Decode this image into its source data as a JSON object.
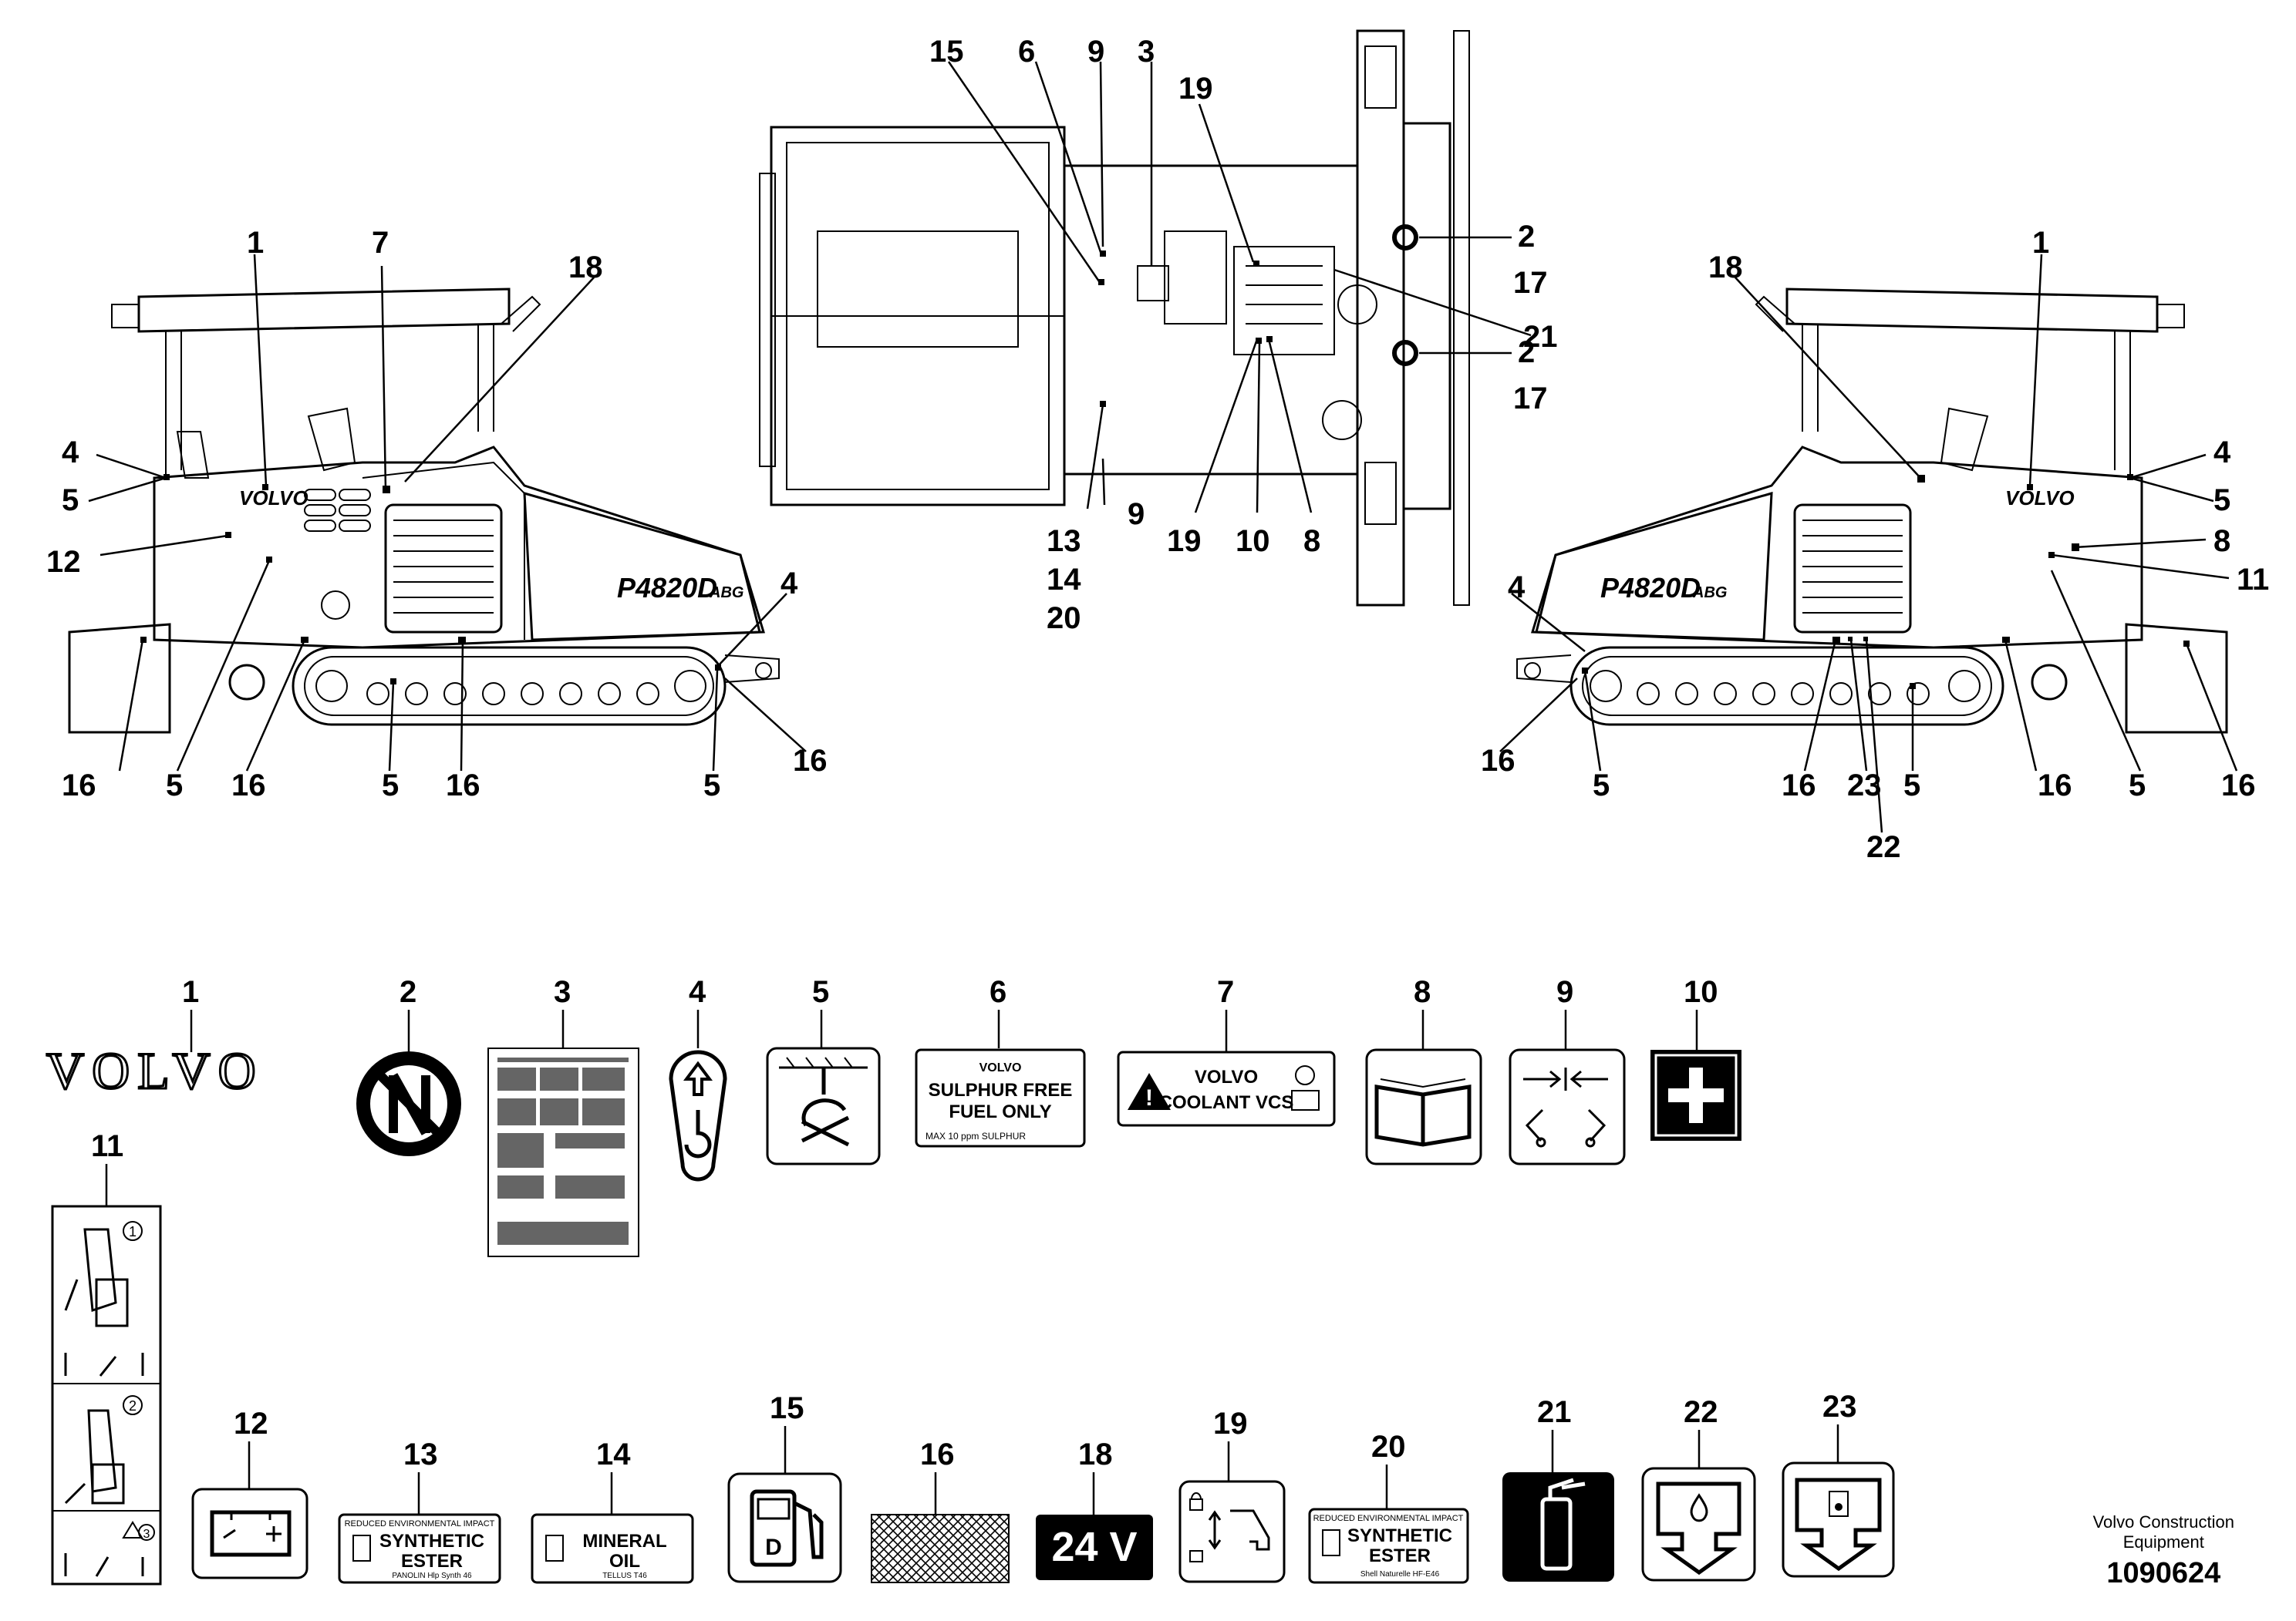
{
  "callouts": {
    "left_view": [
      "1",
      "7",
      "18",
      "4",
      "5",
      "12",
      "4",
      "16",
      "5",
      "16",
      "5",
      "16",
      "5",
      "16"
    ],
    "top_view": [
      "15",
      "6",
      "9",
      "3",
      "19",
      "2",
      "17",
      "21",
      "2",
      "17",
      "13",
      "14",
      "20",
      "9",
      "19",
      "10",
      "8"
    ],
    "right_view": [
      "1",
      "18",
      "4",
      "5",
      "8",
      "11",
      "4",
      "16",
      "5",
      "16",
      "23",
      "22",
      "5",
      "16",
      "5",
      "16"
    ]
  },
  "machine": {
    "model_badge": "P4820D",
    "model_suffix": "ABG",
    "brand_badge": "VOLVO"
  },
  "decals": {
    "d1": {
      "num": "1",
      "text": "VOLVO"
    },
    "d2": {
      "num": "2"
    },
    "d3": {
      "num": "3"
    },
    "d4": {
      "num": "4"
    },
    "d5": {
      "num": "5"
    },
    "d6": {
      "num": "6",
      "brand": "VOLVO",
      "line1": "SULPHUR FREE",
      "line2": "FUEL ONLY",
      "small": "MAX 10 ppm SULPHUR"
    },
    "d7": {
      "num": "7",
      "line1": "VOLVO",
      "line2": "COOLANT VCS"
    },
    "d8": {
      "num": "8"
    },
    "d9": {
      "num": "9"
    },
    "d10": {
      "num": "10"
    },
    "d11": {
      "num": "11",
      "steps": [
        "1",
        "2",
        "3"
      ]
    },
    "d12": {
      "num": "12"
    },
    "d13": {
      "num": "13",
      "top": "REDUCED ENVIRONMENTAL IMPACT",
      "line1": "SYNTHETIC",
      "line2": "ESTER",
      "small": "PANOLIN Hlp Synth 46"
    },
    "d14": {
      "num": "14",
      "line1": "MINERAL",
      "line2": "OIL",
      "small": "TELLUS T46"
    },
    "d15": {
      "num": "15",
      "letter": "D"
    },
    "d16": {
      "num": "16"
    },
    "d18": {
      "num": "18",
      "text": "24 V"
    },
    "d19": {
      "num": "19"
    },
    "d20": {
      "num": "20",
      "top": "REDUCED ENVIRONMENTAL IMPACT",
      "line1": "SYNTHETIC",
      "line2": "ESTER",
      "small": "Shell Naturelle HF-E46"
    },
    "d21": {
      "num": "21"
    },
    "d22": {
      "num": "22"
    },
    "d23": {
      "num": "23"
    }
  },
  "footer": {
    "maker_line1": "Volvo Construction",
    "maker_line2": "Equipment",
    "doc_number": "1090624"
  },
  "colors": {
    "ink": "#000000",
    "paper": "#ffffff"
  }
}
